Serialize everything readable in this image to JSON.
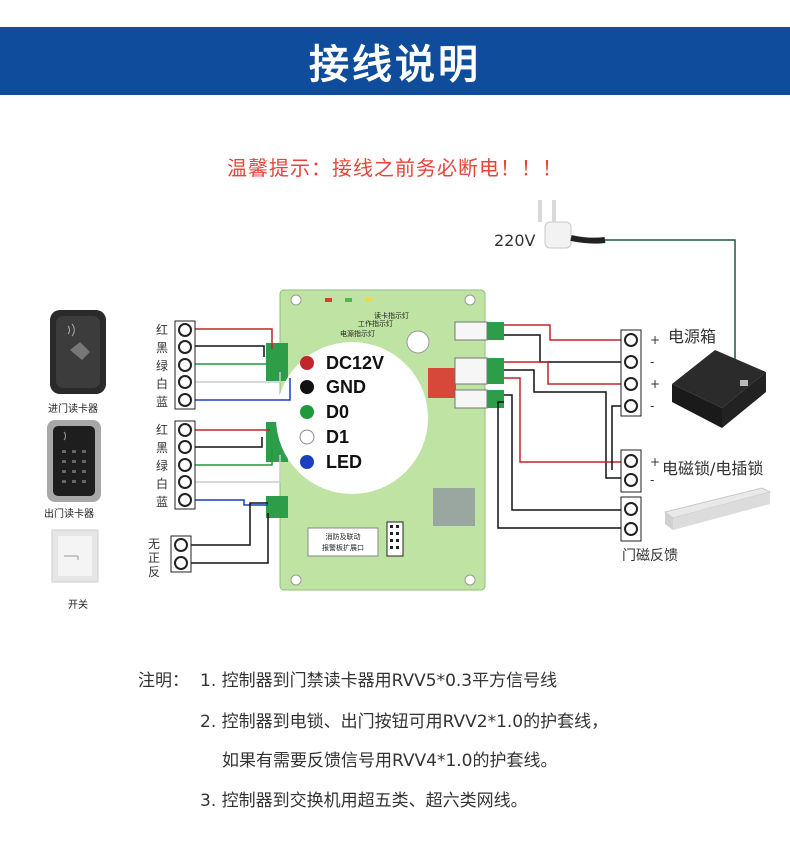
{
  "header": {
    "title": "接线说明"
  },
  "warning": "温馨提示：接线之前务必断电！！！",
  "power": {
    "voltage": "220V"
  },
  "legend": [
    "DC12V",
    "GND",
    "D0",
    "D1",
    "LED"
  ],
  "legend_colors": [
    "#c0262c",
    "#111111",
    "#1f9a3a",
    "#ffffff",
    "#1a3fc0"
  ],
  "wire_labels": [
    "红",
    "黑",
    "绿",
    "白",
    "蓝"
  ],
  "devices": {
    "entry_reader": "进门读卡器",
    "exit_reader": "出门读卡器",
    "switch": "开关",
    "power_box": "电源箱",
    "lock": "电磁锁/电插锁",
    "door_feedback": "门磁反馈"
  },
  "switch_terminal": [
    "无",
    "正",
    "反"
  ],
  "board": {
    "indicators": [
      "读卡指示灯",
      "工作指示灯",
      "电源指示灯"
    ],
    "expansion_label_line1": "消防及联动",
    "expansion_label_line2": "报警板扩展口"
  },
  "polarity": {
    "plus": "+",
    "minus": "-"
  },
  "notes": {
    "prefix": "注明：",
    "lines": [
      "1. 控制器到门禁读卡器用RVV5*0.3平方信号线",
      "2. 控制器到电锁、出门按钮可用RVV2*1.0的护套线，",
      "如果有需要反馈信号用RVV4*1.0的护套线。",
      "3. 控制器到交换机用超五类、超六类网线。"
    ]
  }
}
